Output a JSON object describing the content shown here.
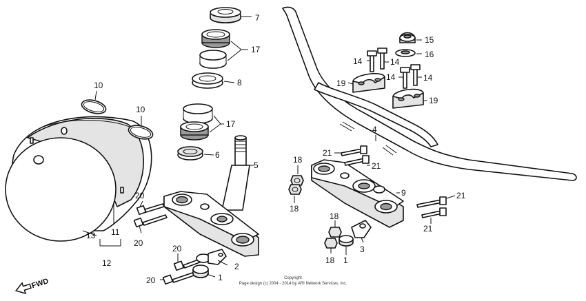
{
  "callouts": {
    "c1a": "1",
    "c1b": "1",
    "c2": "2",
    "c3": "3",
    "c4": "4",
    "c5": "5",
    "c6": "6",
    "c7": "7",
    "c8": "8",
    "c9": "9",
    "c10a": "10",
    "c10b": "10",
    "c11": "11",
    "c12": "12",
    "c13": "13",
    "c14a": "14",
    "c14b": "14",
    "c14c": "14",
    "c14d": "14",
    "c15": "15",
    "c16": "16",
    "c17a": "17",
    "c17b": "17",
    "c18a": "18",
    "c18b": "18",
    "c18c": "18",
    "c18d": "18",
    "c19a": "19",
    "c19b": "19",
    "c20a": "20",
    "c20b": "20",
    "c20c": "20",
    "c20d": "20",
    "c21a": "21",
    "c21b": "21",
    "c21c": "21",
    "c21d": "21"
  },
  "fwd_label": "FWD",
  "copyright_title": "Copyright",
  "copyright_line": "Page design (c) 2004 - 2014 by ARI Network Services, Inc."
}
